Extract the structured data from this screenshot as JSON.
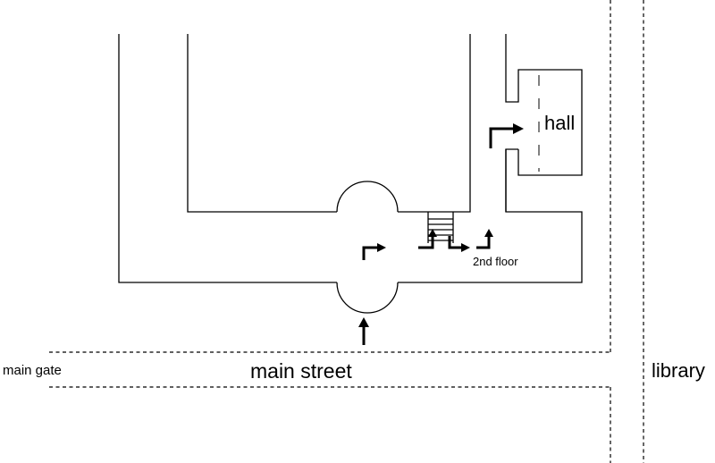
{
  "labels": {
    "hall": "hall",
    "second_floor": "2nd floor",
    "main_gate": "main gate",
    "main_street": "main street",
    "library": "library"
  },
  "colors": {
    "line": "#000000",
    "background": "#ffffff"
  },
  "icons": {
    "stairs": "stairs-icon",
    "arrow": "route-arrow-icon"
  }
}
